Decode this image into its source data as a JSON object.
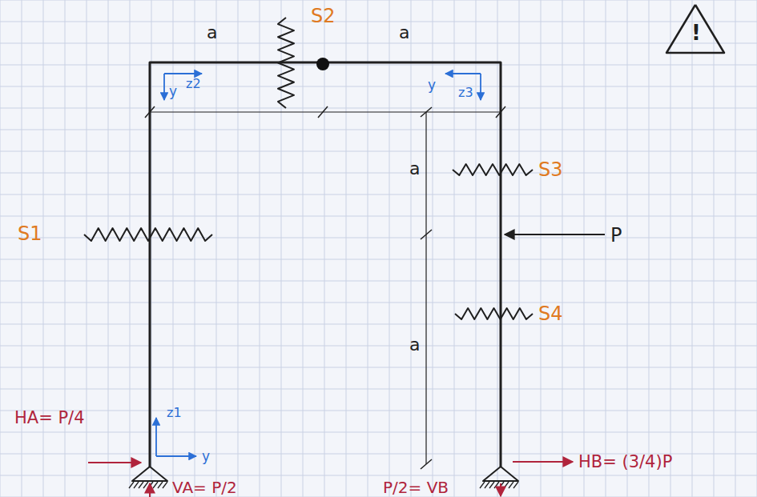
{
  "diagram": {
    "labels": [
      "S2",
      "a",
      "z2",
      "y",
      "a",
      "y",
      "z3",
      "a",
      "S3",
      "S1",
      "P",
      "a",
      "S4",
      "z1",
      "HA= P/4",
      "y",
      "HB= (3/4)P",
      "VA= P/2",
      "P/2= VB",
      "!"
    ]
  }
}
